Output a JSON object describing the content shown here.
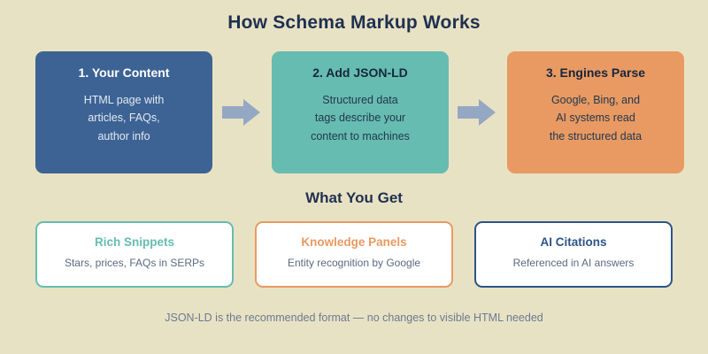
{
  "page": {
    "title": "How Schema Markup Works",
    "background_color": "#e8e2c4"
  },
  "flow": {
    "steps": [
      {
        "title": "1. Your Content",
        "description": "HTML page with articles, FAQs, author info",
        "description_lines": [
          "HTML page with",
          "articles, FAQs,",
          "author info"
        ],
        "color": "#3d6394"
      },
      {
        "title": "2. Add JSON-LD",
        "description": "Structured data tags describe your content to machines",
        "description_lines": [
          "Structured data",
          "tags describe your",
          "content to machines"
        ],
        "color": "#66bcb0"
      },
      {
        "title": "3. Engines Parse",
        "description": "Google, Bing, and AI systems read the structured data",
        "description_lines": [
          "Google, Bing, and",
          "AI systems read",
          "the structured data"
        ],
        "color": "#e89a62"
      }
    ],
    "arrow_color": "#94a8c4",
    "arrow_count": 2
  },
  "benefits": {
    "heading": "What You Get",
    "cards": [
      {
        "title": "Rich Snippets",
        "description": "Stars, prices, FAQs in SERPs",
        "accent": "#66bcb0"
      },
      {
        "title": "Knowledge Panels",
        "description": "Entity recognition by Google",
        "accent": "#e89a62"
      },
      {
        "title": "AI Citations",
        "description": "Referenced in AI answers",
        "accent": "#2b5488"
      }
    ]
  },
  "footer": {
    "note": "JSON-LD is the recommended format — no changes to visible HTML needed"
  }
}
